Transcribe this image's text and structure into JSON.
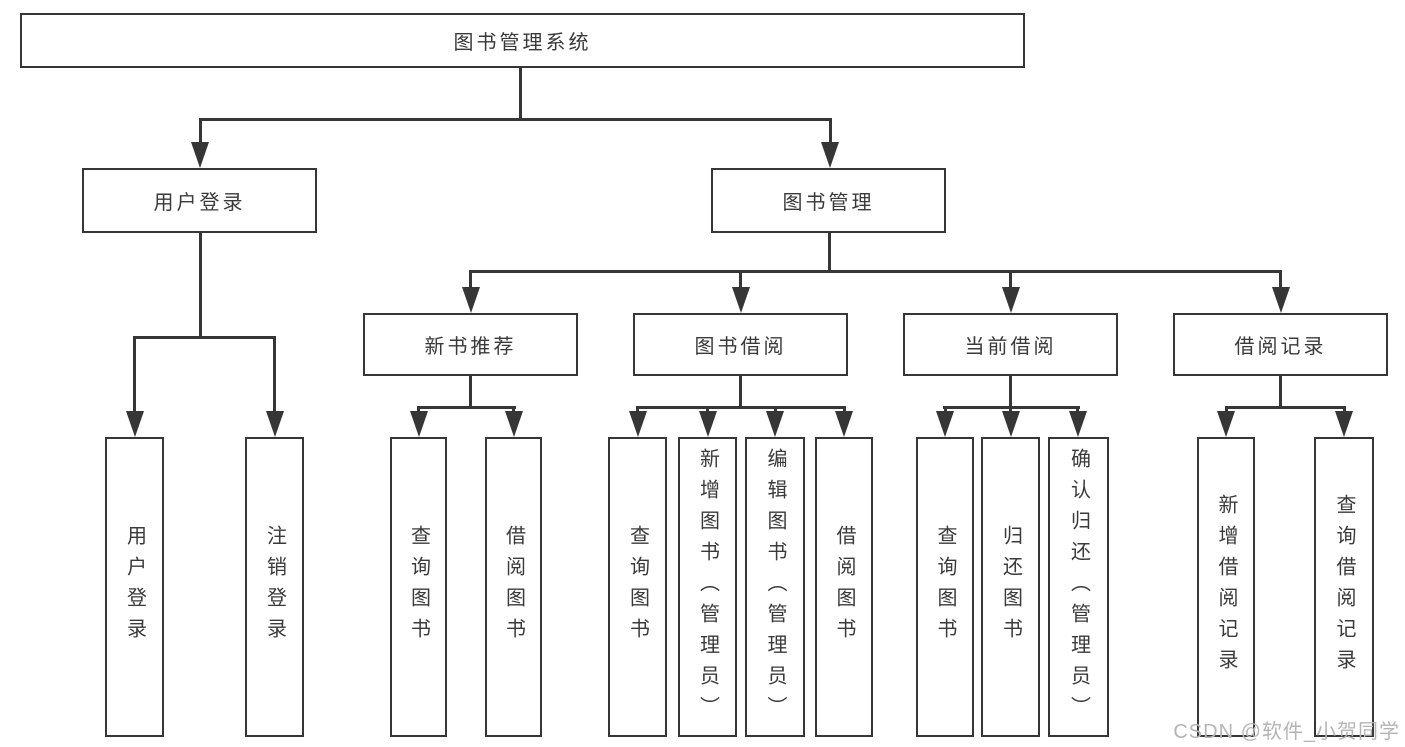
{
  "tree": {
    "label": "图书管理系统",
    "children": [
      {
        "label": "用户登录",
        "children": [
          {
            "label": "用户登录"
          },
          {
            "label": "注销登录"
          }
        ]
      },
      {
        "label": "图书管理",
        "children": [
          {
            "label": "新书推荐",
            "children": [
              {
                "label": "查询图书"
              },
              {
                "label": "借阅图书"
              }
            ]
          },
          {
            "label": "图书借阅",
            "children": [
              {
                "label": "查询图书"
              },
              {
                "label": "新增图书（管理员）"
              },
              {
                "label": "编辑图书（管理员）"
              },
              {
                "label": "借阅图书"
              }
            ]
          },
          {
            "label": "当前借阅",
            "children": [
              {
                "label": "查询图书"
              },
              {
                "label": "归还图书"
              },
              {
                "label": "确认归还（管理员）"
              }
            ]
          },
          {
            "label": "借阅记录",
            "children": [
              {
                "label": "新增借阅记录"
              },
              {
                "label": "查询借阅记录"
              }
            ]
          }
        ]
      }
    ]
  },
  "watermark": "CSDN @软件_小贺同学",
  "colors": {
    "line": "#363636",
    "text": "#3a3a3a",
    "watermark": "#b5b5b5",
    "background": "#ffffff"
  }
}
